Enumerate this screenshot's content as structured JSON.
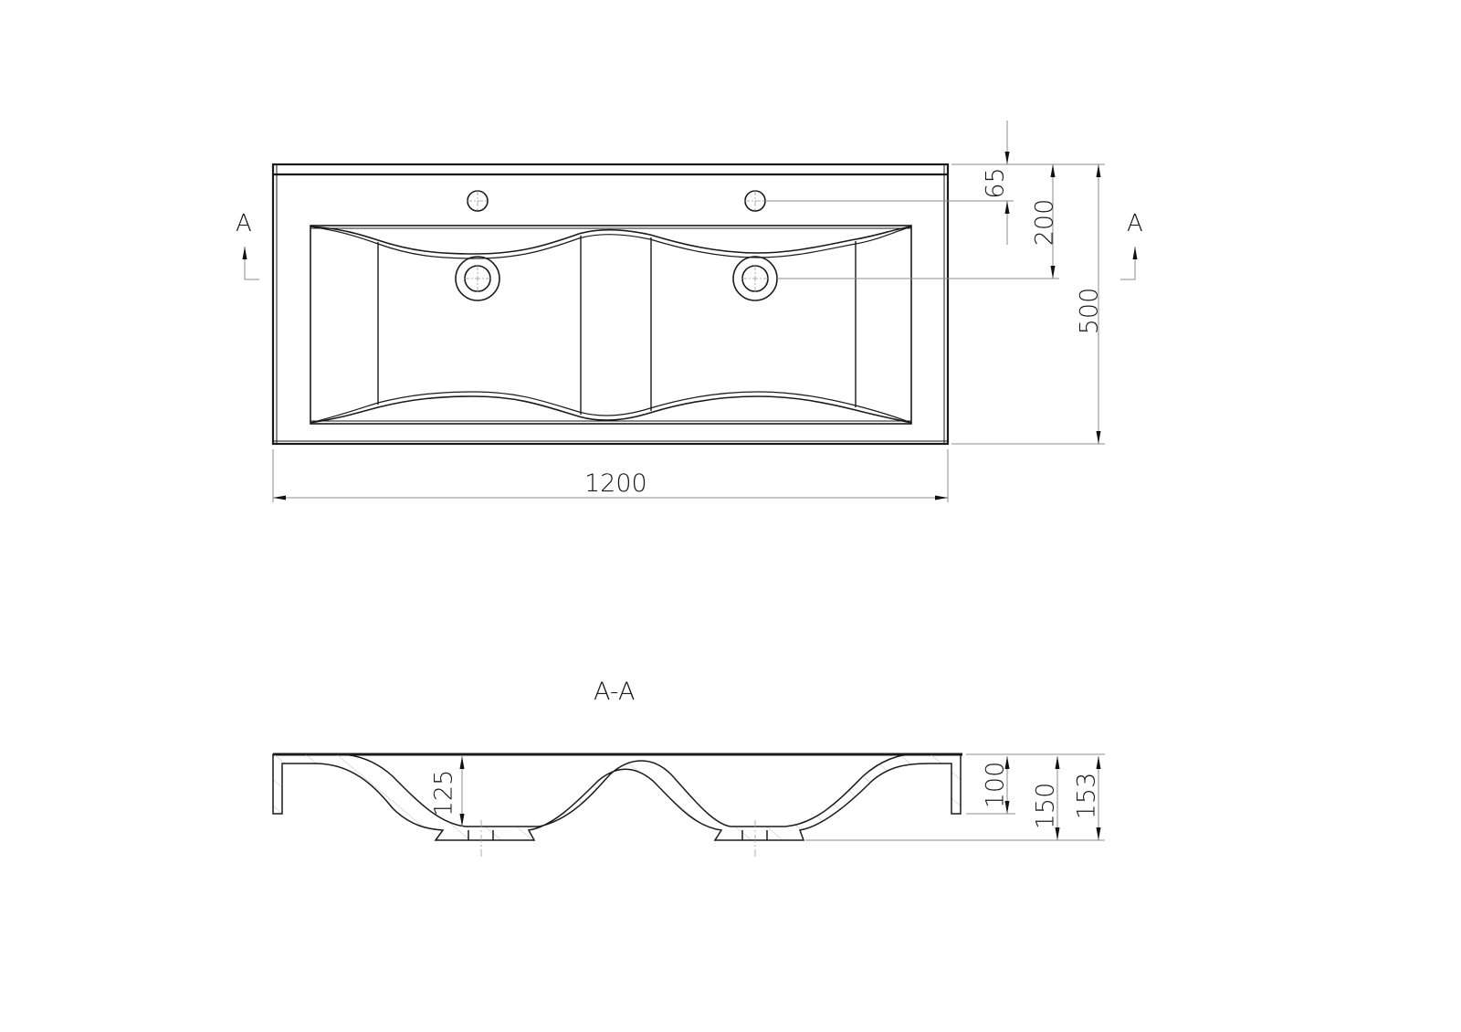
{
  "drawing": {
    "type": "technical-drawing",
    "subject": "double basin washbasin",
    "line_color": "#1a1a1a",
    "dim_color": "#8c8c8c",
    "background": "#ffffff"
  },
  "plan_view": {
    "section_marker_left": "A",
    "section_marker_right": "A",
    "dimensions": {
      "width": "1200",
      "depth": "500",
      "tap_hole_offset": "65",
      "drain_offset": "200"
    }
  },
  "section_view": {
    "title": "A-A",
    "dimensions": {
      "basin_depth": "125",
      "front_edge_height": "100",
      "bowl_height": "150",
      "overall_height": "153"
    }
  }
}
